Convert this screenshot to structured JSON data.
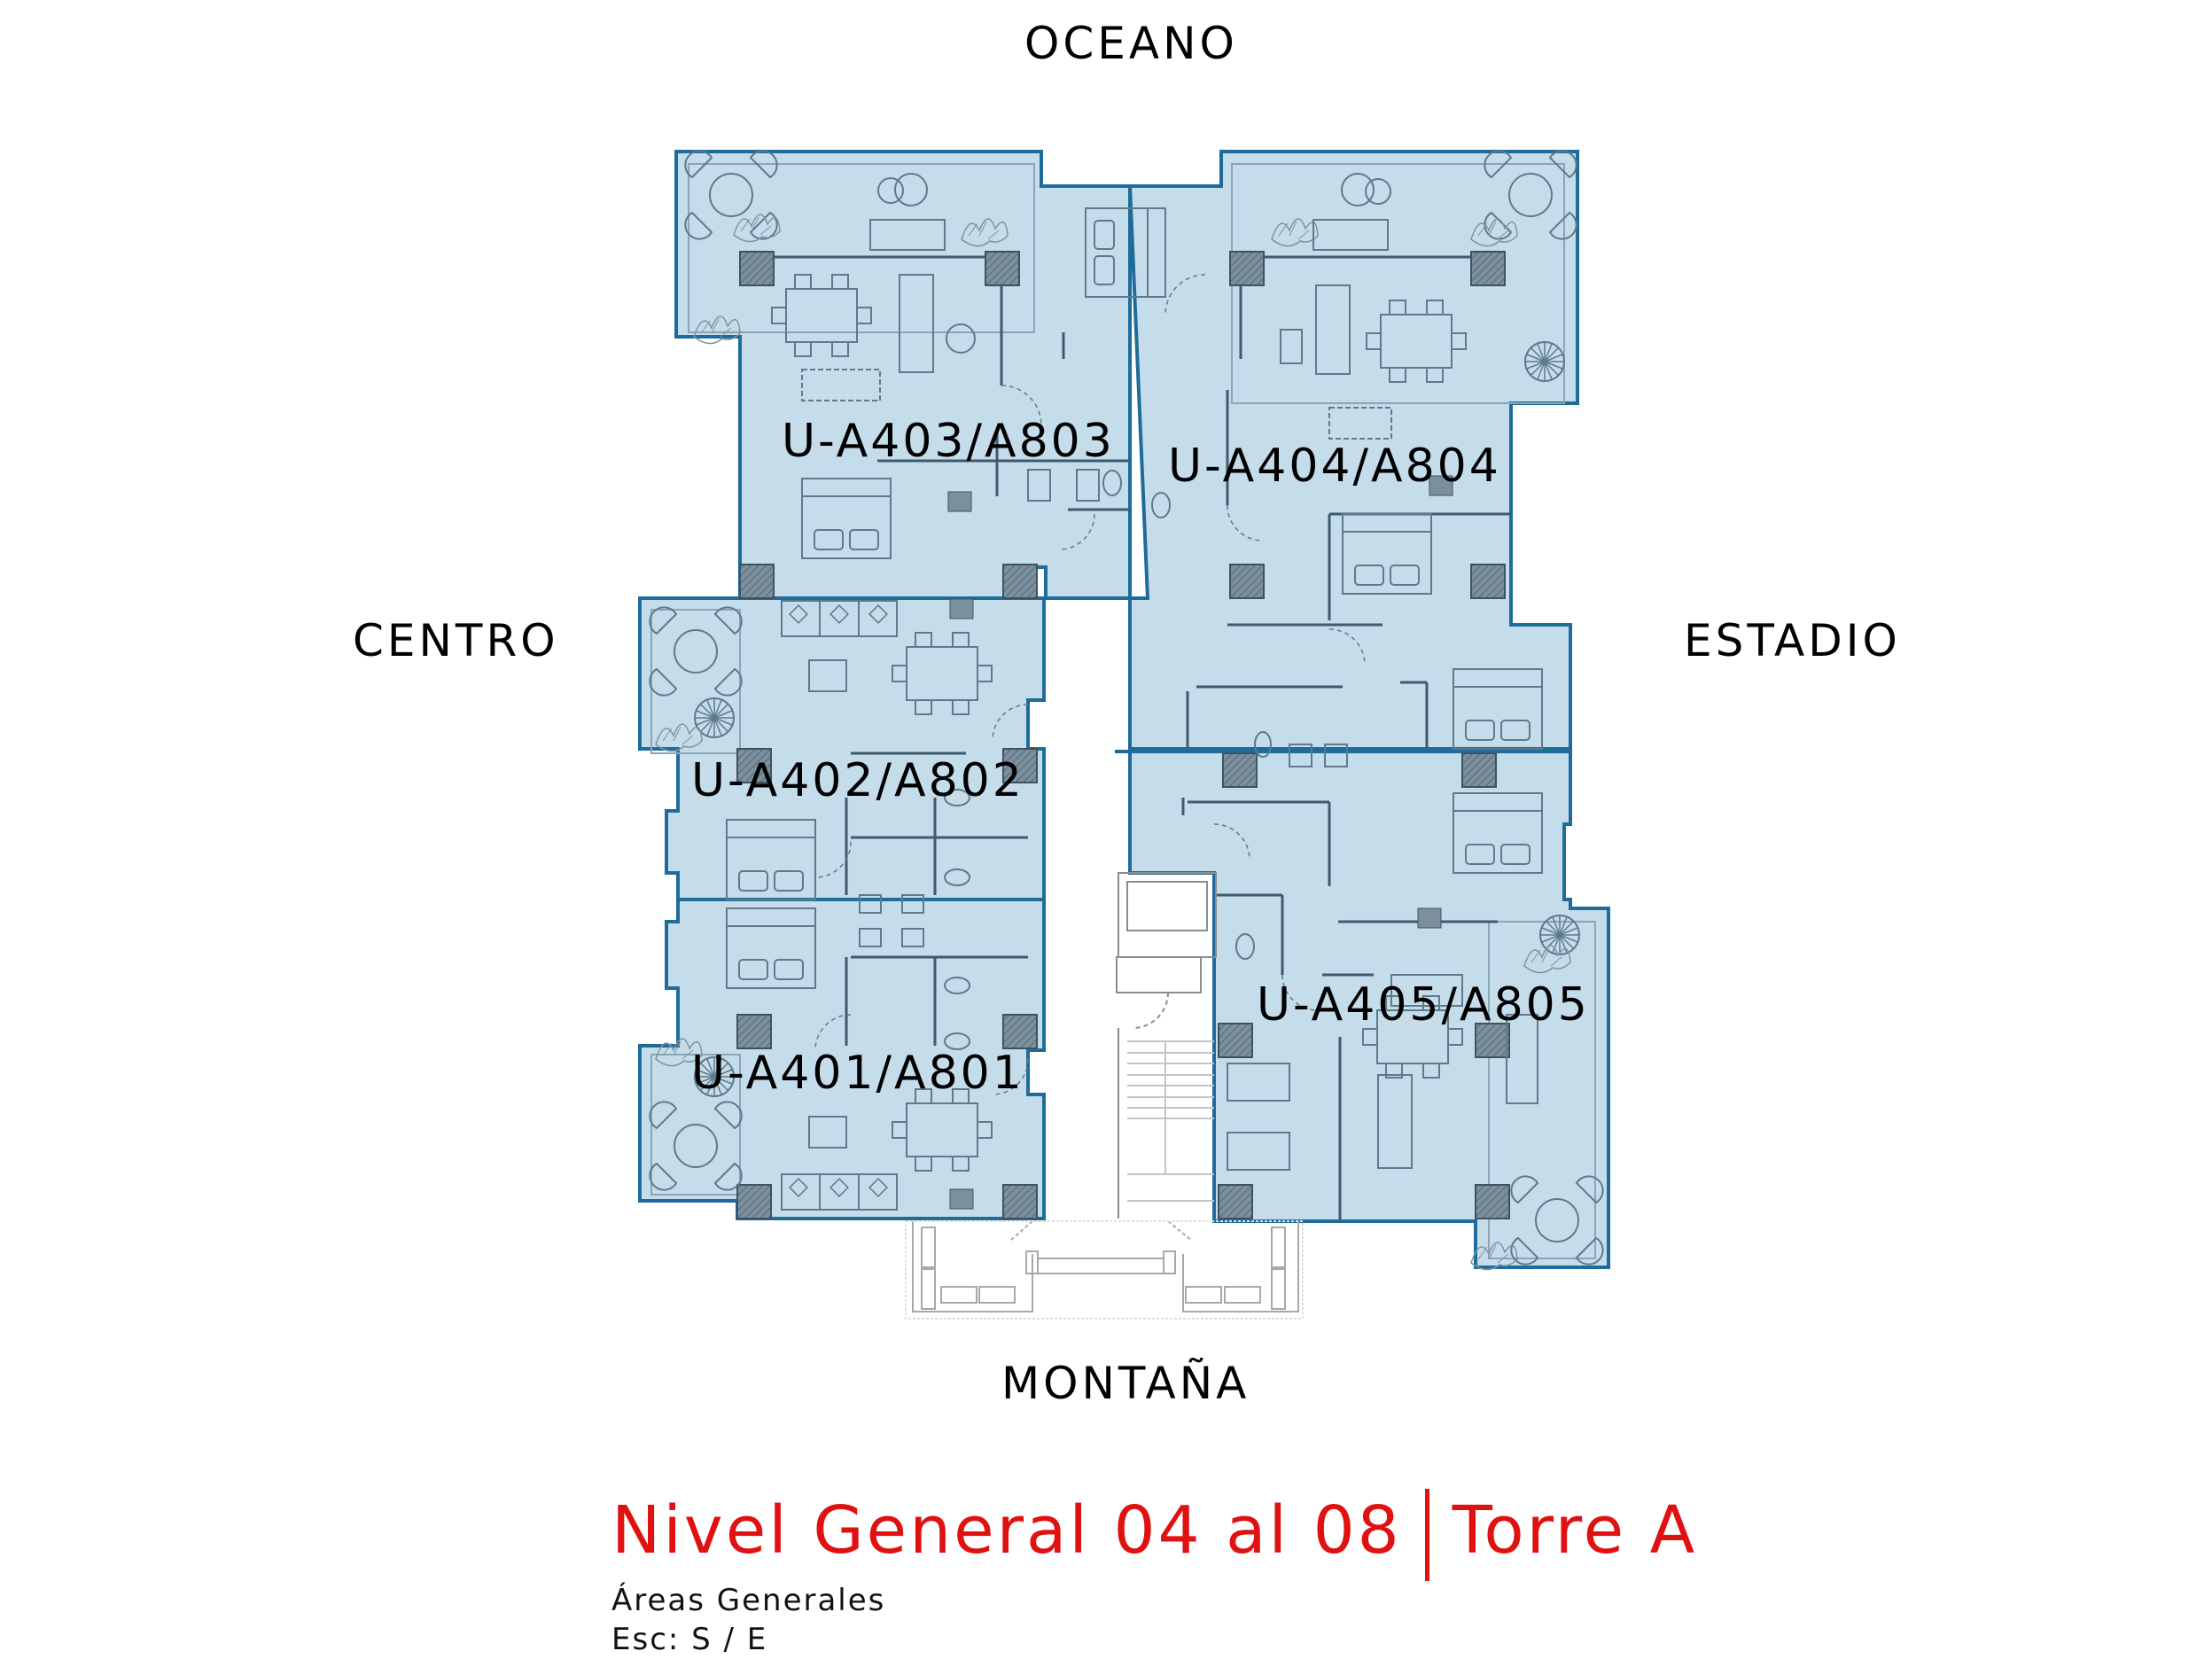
{
  "orientation": {
    "north": "OCEANO",
    "west": "CENTRO",
    "east": "ESTADIO",
    "south": "MONTAÑA"
  },
  "units": [
    {
      "id": "U-A403/A803",
      "position": "north-west"
    },
    {
      "id": "U-A404/A804",
      "position": "north-east"
    },
    {
      "id": "U-A402/A802",
      "position": "west-upper"
    },
    {
      "id": "U-A401/A801",
      "position": "west-lower"
    },
    {
      "id": "U-A405/A805",
      "position": "south-east"
    }
  ],
  "title_block": {
    "title_left": "Nivel General 04 al 08",
    "title_right": "Torre A",
    "subtitle": "Áreas Generales",
    "scale": "Esc: S / E"
  },
  "colors": {
    "unit_fill": "#c5dcea",
    "unit_outline": "#1f6c9a",
    "column_fill": "#6f8593",
    "line_work": "#5f7a8a",
    "title_red": "#e01111"
  }
}
